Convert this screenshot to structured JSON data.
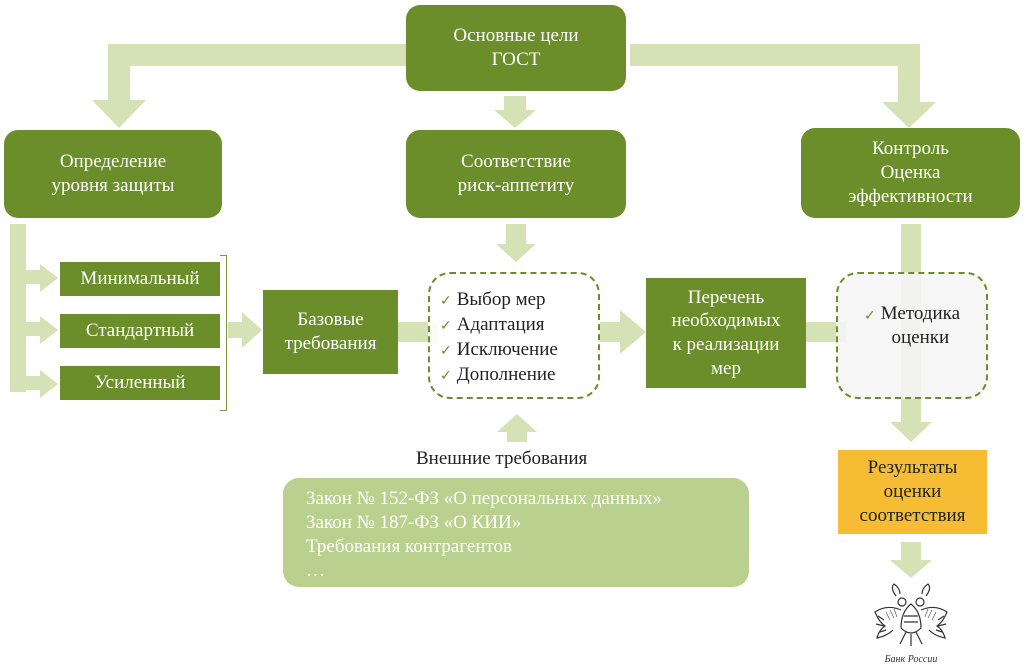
{
  "colors": {
    "box_green": "#6b8e2a",
    "arrow_green": "#d4e2b6",
    "light_green_box": "#b9d08f",
    "result_orange": "#f6bd34"
  },
  "nodes": {
    "goals": "Основные цели\nГОСТ",
    "protection_level": "Определение\nуровня защиты",
    "risk_appetite": "Соответствие\nриск-аппетиту",
    "control": "Контроль\nОценка\nэффективности",
    "minimal": "Минимальный",
    "standard": "Стандартный",
    "enhanced": "Усиленный",
    "base_requirements": "Базовые\nтребования",
    "measures_list": "Перечень\nнеобходимых\nк реализации\nмер",
    "results": "Результаты\nоценки\nсоответствия"
  },
  "measures_checklist": [
    "Выбор мер",
    "Адаптация",
    "Исключение",
    "Дополнение"
  ],
  "method_checklist": "Методика\nоценки",
  "external": {
    "title": "Внешние требования",
    "items": [
      "Закон № 152-ФЗ «О персональных данных»",
      "Закон № 187-ФЗ «О КИИ»",
      "Требования контрагентов",
      "…"
    ]
  },
  "emblem": {
    "icon": "bank-of-russia-eagle-emblem",
    "caption": "Банк России"
  }
}
